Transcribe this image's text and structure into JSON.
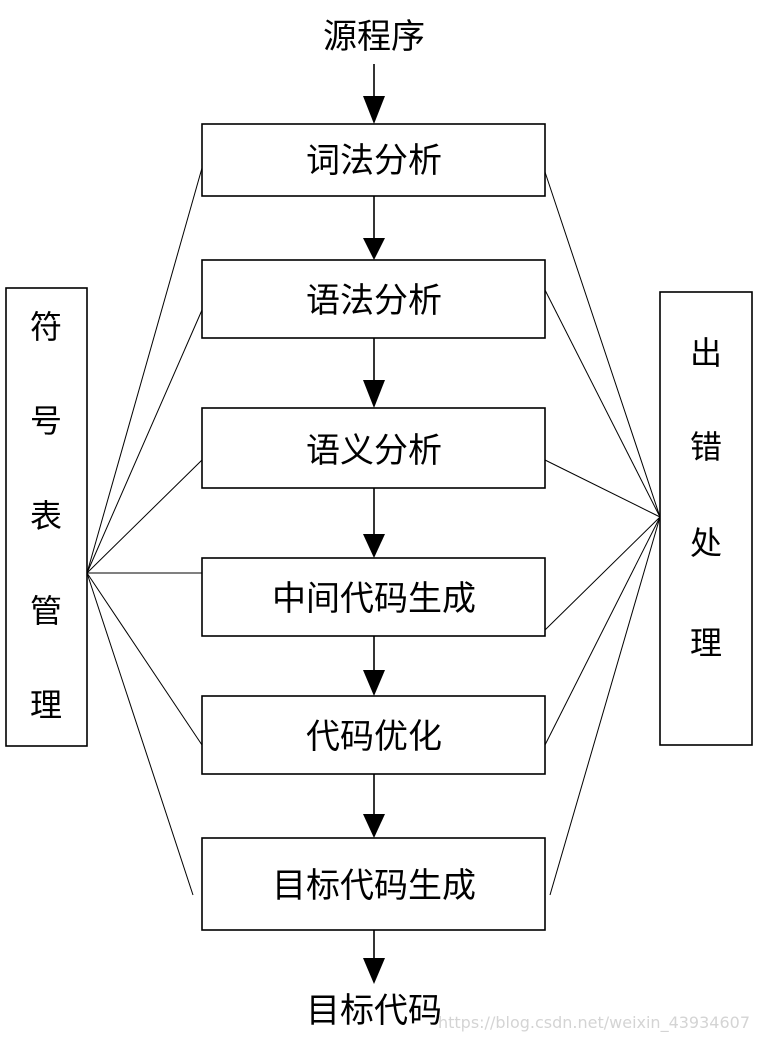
{
  "source_label": "源程序",
  "target_label": "目标代码",
  "stages": [
    {
      "label": "词法分析"
    },
    {
      "label": "语法分析"
    },
    {
      "label": "语义分析"
    },
    {
      "label": "中间代码生成"
    },
    {
      "label": "代码优化"
    },
    {
      "label": "目标代码生成"
    }
  ],
  "left_panel": {
    "chars": [
      "符",
      "号",
      "表",
      "管",
      "理"
    ]
  },
  "right_panel": {
    "chars": [
      "出",
      "错",
      "处",
      "理"
    ]
  },
  "watermark": "https://blog.csdn.net/weixin_43934607"
}
